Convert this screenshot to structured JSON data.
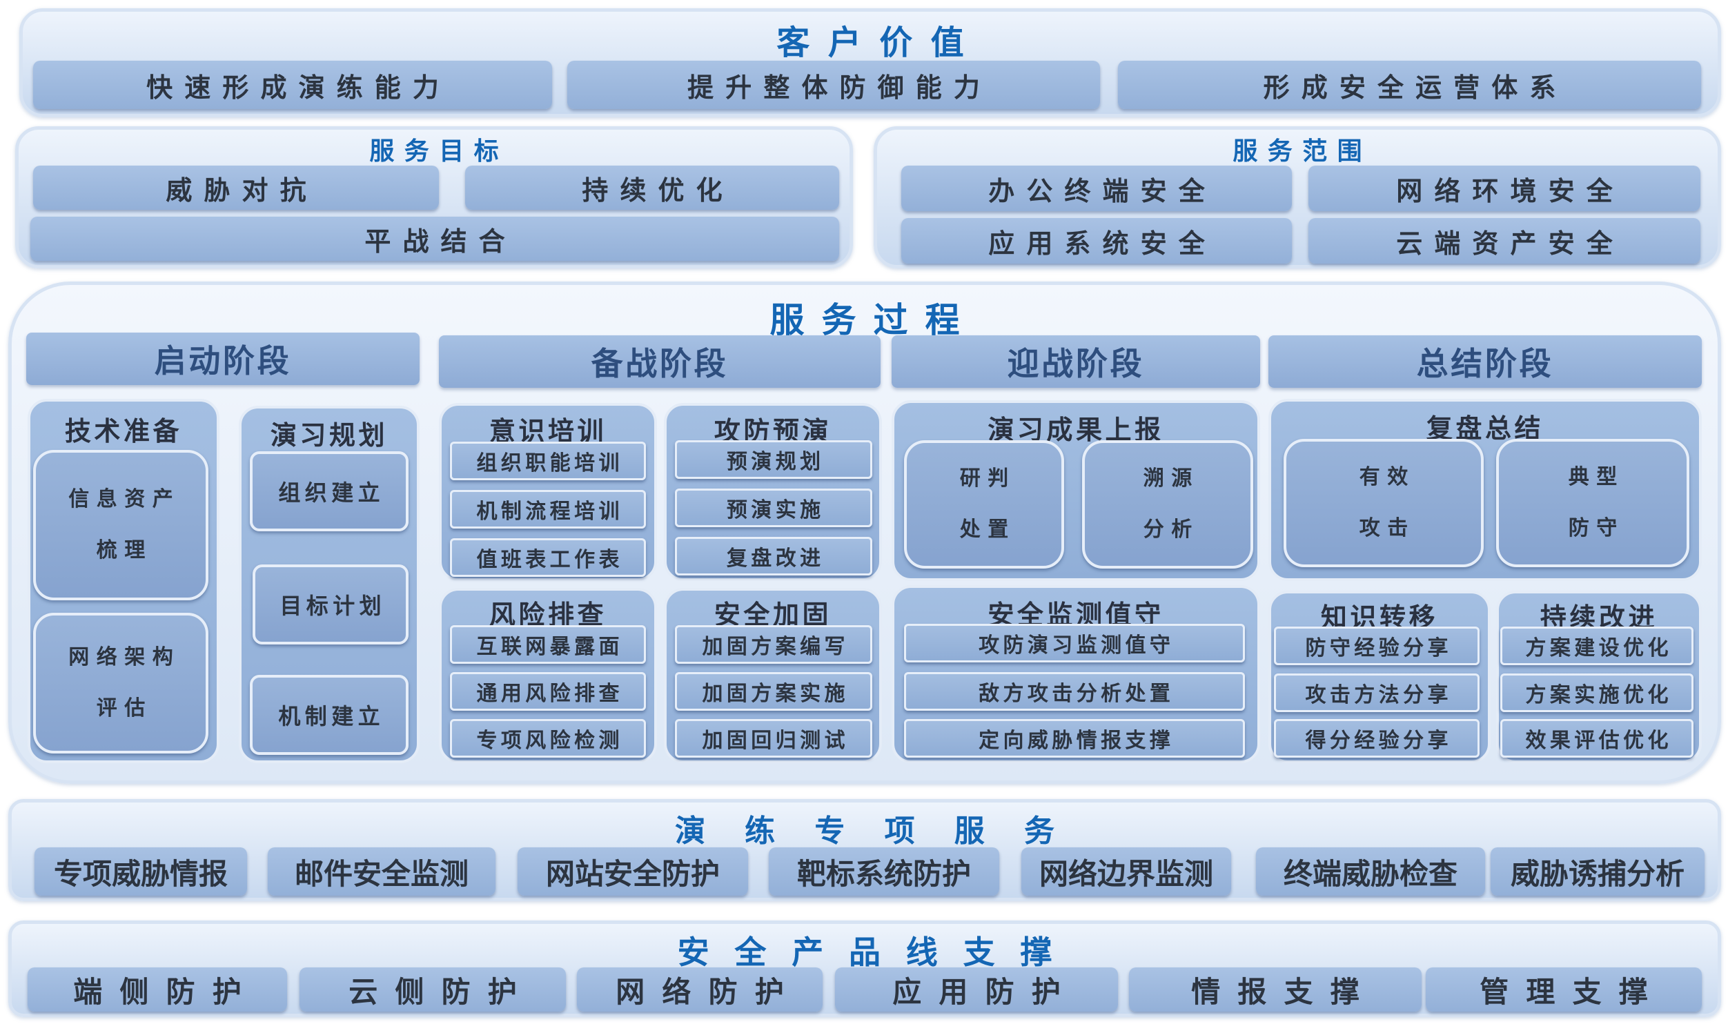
{
  "customer_value": {
    "title": "客户价值",
    "items": [
      "快速形成演练能力",
      "提升整体防御能力",
      "形成安全运营体系"
    ]
  },
  "service_goals": {
    "title": "服务目标",
    "items": [
      "威胁对抗",
      "持续优化",
      "平战结合"
    ]
  },
  "service_scope": {
    "title": "服务范围",
    "items": [
      "办公终端安全",
      "网络环境安全",
      "应用系统安全",
      "云端资产安全"
    ]
  },
  "service_process": {
    "title": "服务过程",
    "stages": [
      "启动阶段",
      "备战阶段",
      "迎战阶段",
      "总结阶段"
    ],
    "tech_prep": {
      "title": "技术准备",
      "items": [
        [
          "信息资产",
          "梳理"
        ],
        [
          "网络架构",
          "评估"
        ]
      ]
    },
    "drill_plan": {
      "title": "演习规划",
      "items": [
        "组织建立",
        "目标计划",
        "机制建立"
      ]
    },
    "awareness": {
      "title": "意识培训",
      "items": [
        "组织职能培训",
        "机制流程培训",
        "值班表工作表"
      ]
    },
    "rehearsal": {
      "title": "攻防预演",
      "items": [
        "预演规划",
        "预演实施",
        "复盘改进"
      ]
    },
    "risk_check": {
      "title": "风险排查",
      "items": [
        "互联网暴露面",
        "通用风险排查",
        "专项风险检测"
      ]
    },
    "hardening": {
      "title": "安全加固",
      "items": [
        "加固方案编写",
        "加固方案实施",
        "加固回归测试"
      ]
    },
    "report": {
      "title": "演习成果上报",
      "items": [
        [
          "研判",
          "处置"
        ],
        [
          "溯源",
          "分析"
        ]
      ]
    },
    "monitor": {
      "title": "安全监测值守",
      "items": [
        "攻防演习监测值守",
        "敌方攻击分析处置",
        "定向威胁情报支撑"
      ]
    },
    "review": {
      "title": "复盘总结",
      "items": [
        [
          "有效",
          "攻击"
        ],
        [
          "典型",
          "防守"
        ]
      ]
    },
    "knowledge": {
      "title": "知识转移",
      "items": [
        "防守经验分享",
        "攻击方法分享",
        "得分经验分享"
      ]
    },
    "improve": {
      "title": "持续改进",
      "items": [
        "方案建设优化",
        "方案实施优化",
        "效果评估优化"
      ]
    }
  },
  "special_services": {
    "title": "演练专项服务",
    "items": [
      "专项威胁情报",
      "邮件安全监测",
      "网站安全防护",
      "靶标系统防护",
      "网络边界监测",
      "终端威胁检查",
      "威胁诱捕分析"
    ]
  },
  "product_support": {
    "title": "安全产品线支撑",
    "items": [
      "端侧防护",
      "云侧防护",
      "网络防护",
      "应用防护",
      "情报支撑",
      "管理支撑"
    ]
  }
}
